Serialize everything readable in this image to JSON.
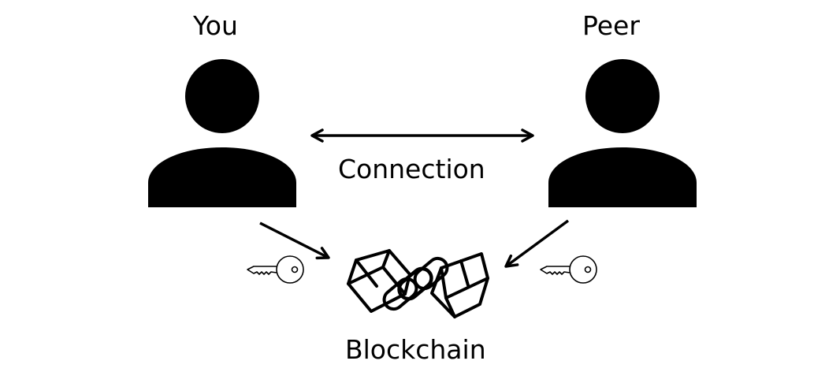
{
  "diagram": {
    "nodes": {
      "you": {
        "label": "You",
        "icon": "person-icon"
      },
      "peer": {
        "label": "Peer",
        "icon": "person-icon"
      },
      "blockchain": {
        "label": "Blockchain",
        "icon": "blockchain-icon"
      }
    },
    "edges": [
      {
        "from": "you",
        "to": "peer",
        "label": "Connection",
        "direction": "both"
      },
      {
        "from": "you",
        "to": "blockchain",
        "label": "",
        "direction": "forward",
        "icon": "key-icon"
      },
      {
        "from": "peer",
        "to": "blockchain",
        "label": "",
        "direction": "forward",
        "icon": "key-icon"
      }
    ]
  },
  "colors": {
    "ink": "#000000",
    "background": "#ffffff"
  }
}
